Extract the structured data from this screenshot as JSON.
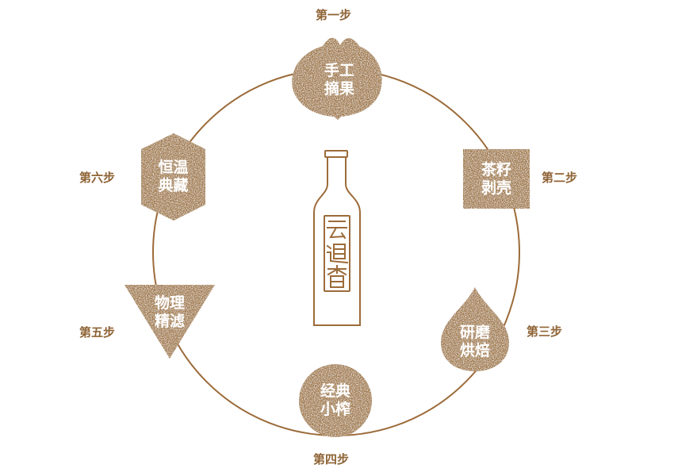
{
  "colors": {
    "primary": "#a27a48",
    "line": "#9c6b3a",
    "label": "#8e6335",
    "node_text": "#ffffff",
    "background": "#ffffff"
  },
  "center": {
    "name": "bottle",
    "logo_chars": [
      "云",
      "道",
      "香"
    ]
  },
  "steps": [
    {
      "label": "第一步",
      "line1": "手工",
      "line2": "摘果",
      "shape": "lotus"
    },
    {
      "label": "第二步",
      "line1": "茶籽",
      "line2": "剥壳",
      "shape": "square"
    },
    {
      "label": "第三步",
      "line1": "研磨",
      "line2": "烘焙",
      "shape": "drop"
    },
    {
      "label": "第四步",
      "line1": "经典",
      "line2": "小榨",
      "shape": "circle"
    },
    {
      "label": "第五步",
      "line1": "物理",
      "line2": "精滤",
      "shape": "triangle"
    },
    {
      "label": "第六步",
      "line1": "恒温",
      "line2": "典藏",
      "shape": "hexagon"
    }
  ]
}
